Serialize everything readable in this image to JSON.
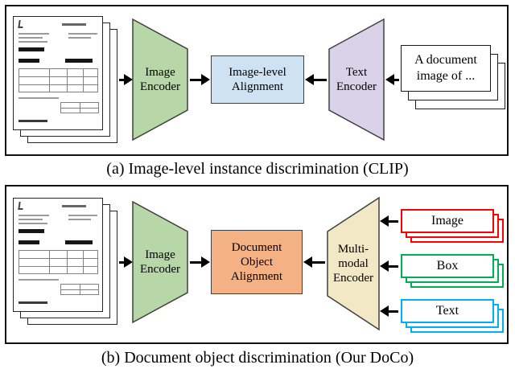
{
  "panel_a": {
    "caption": "(a) Image-level instance discrimination (CLIP)",
    "image_encoder_label": "Image Encoder",
    "alignment_label": "Image-level Alignment",
    "text_encoder_label": "Text Encoder",
    "prompt_text": "A document image of ..."
  },
  "panel_b": {
    "caption": "(b) Document object discrimination (Our DoCo)",
    "image_encoder_label": "Image Encoder",
    "alignment_label": "Document Object Alignment",
    "encoder_label": "Multi-modal Encoder",
    "cards": [
      {
        "label": "Image",
        "color": "#fe0000"
      },
      {
        "label": "Box",
        "color": "#00b050"
      },
      {
        "label": "Text",
        "color": "#00b0f0"
      }
    ]
  },
  "colors": {
    "image_encoder_fill": "#b7d7a8",
    "text_encoder_fill": "#d9d2e9",
    "image_alignment_fill": "#cfe2f3",
    "object_alignment_fill": "#f4b183",
    "multimodal_encoder_fill": "#f2e8c6",
    "shape_stroke": "#404040",
    "arrow_color": "#000000"
  }
}
